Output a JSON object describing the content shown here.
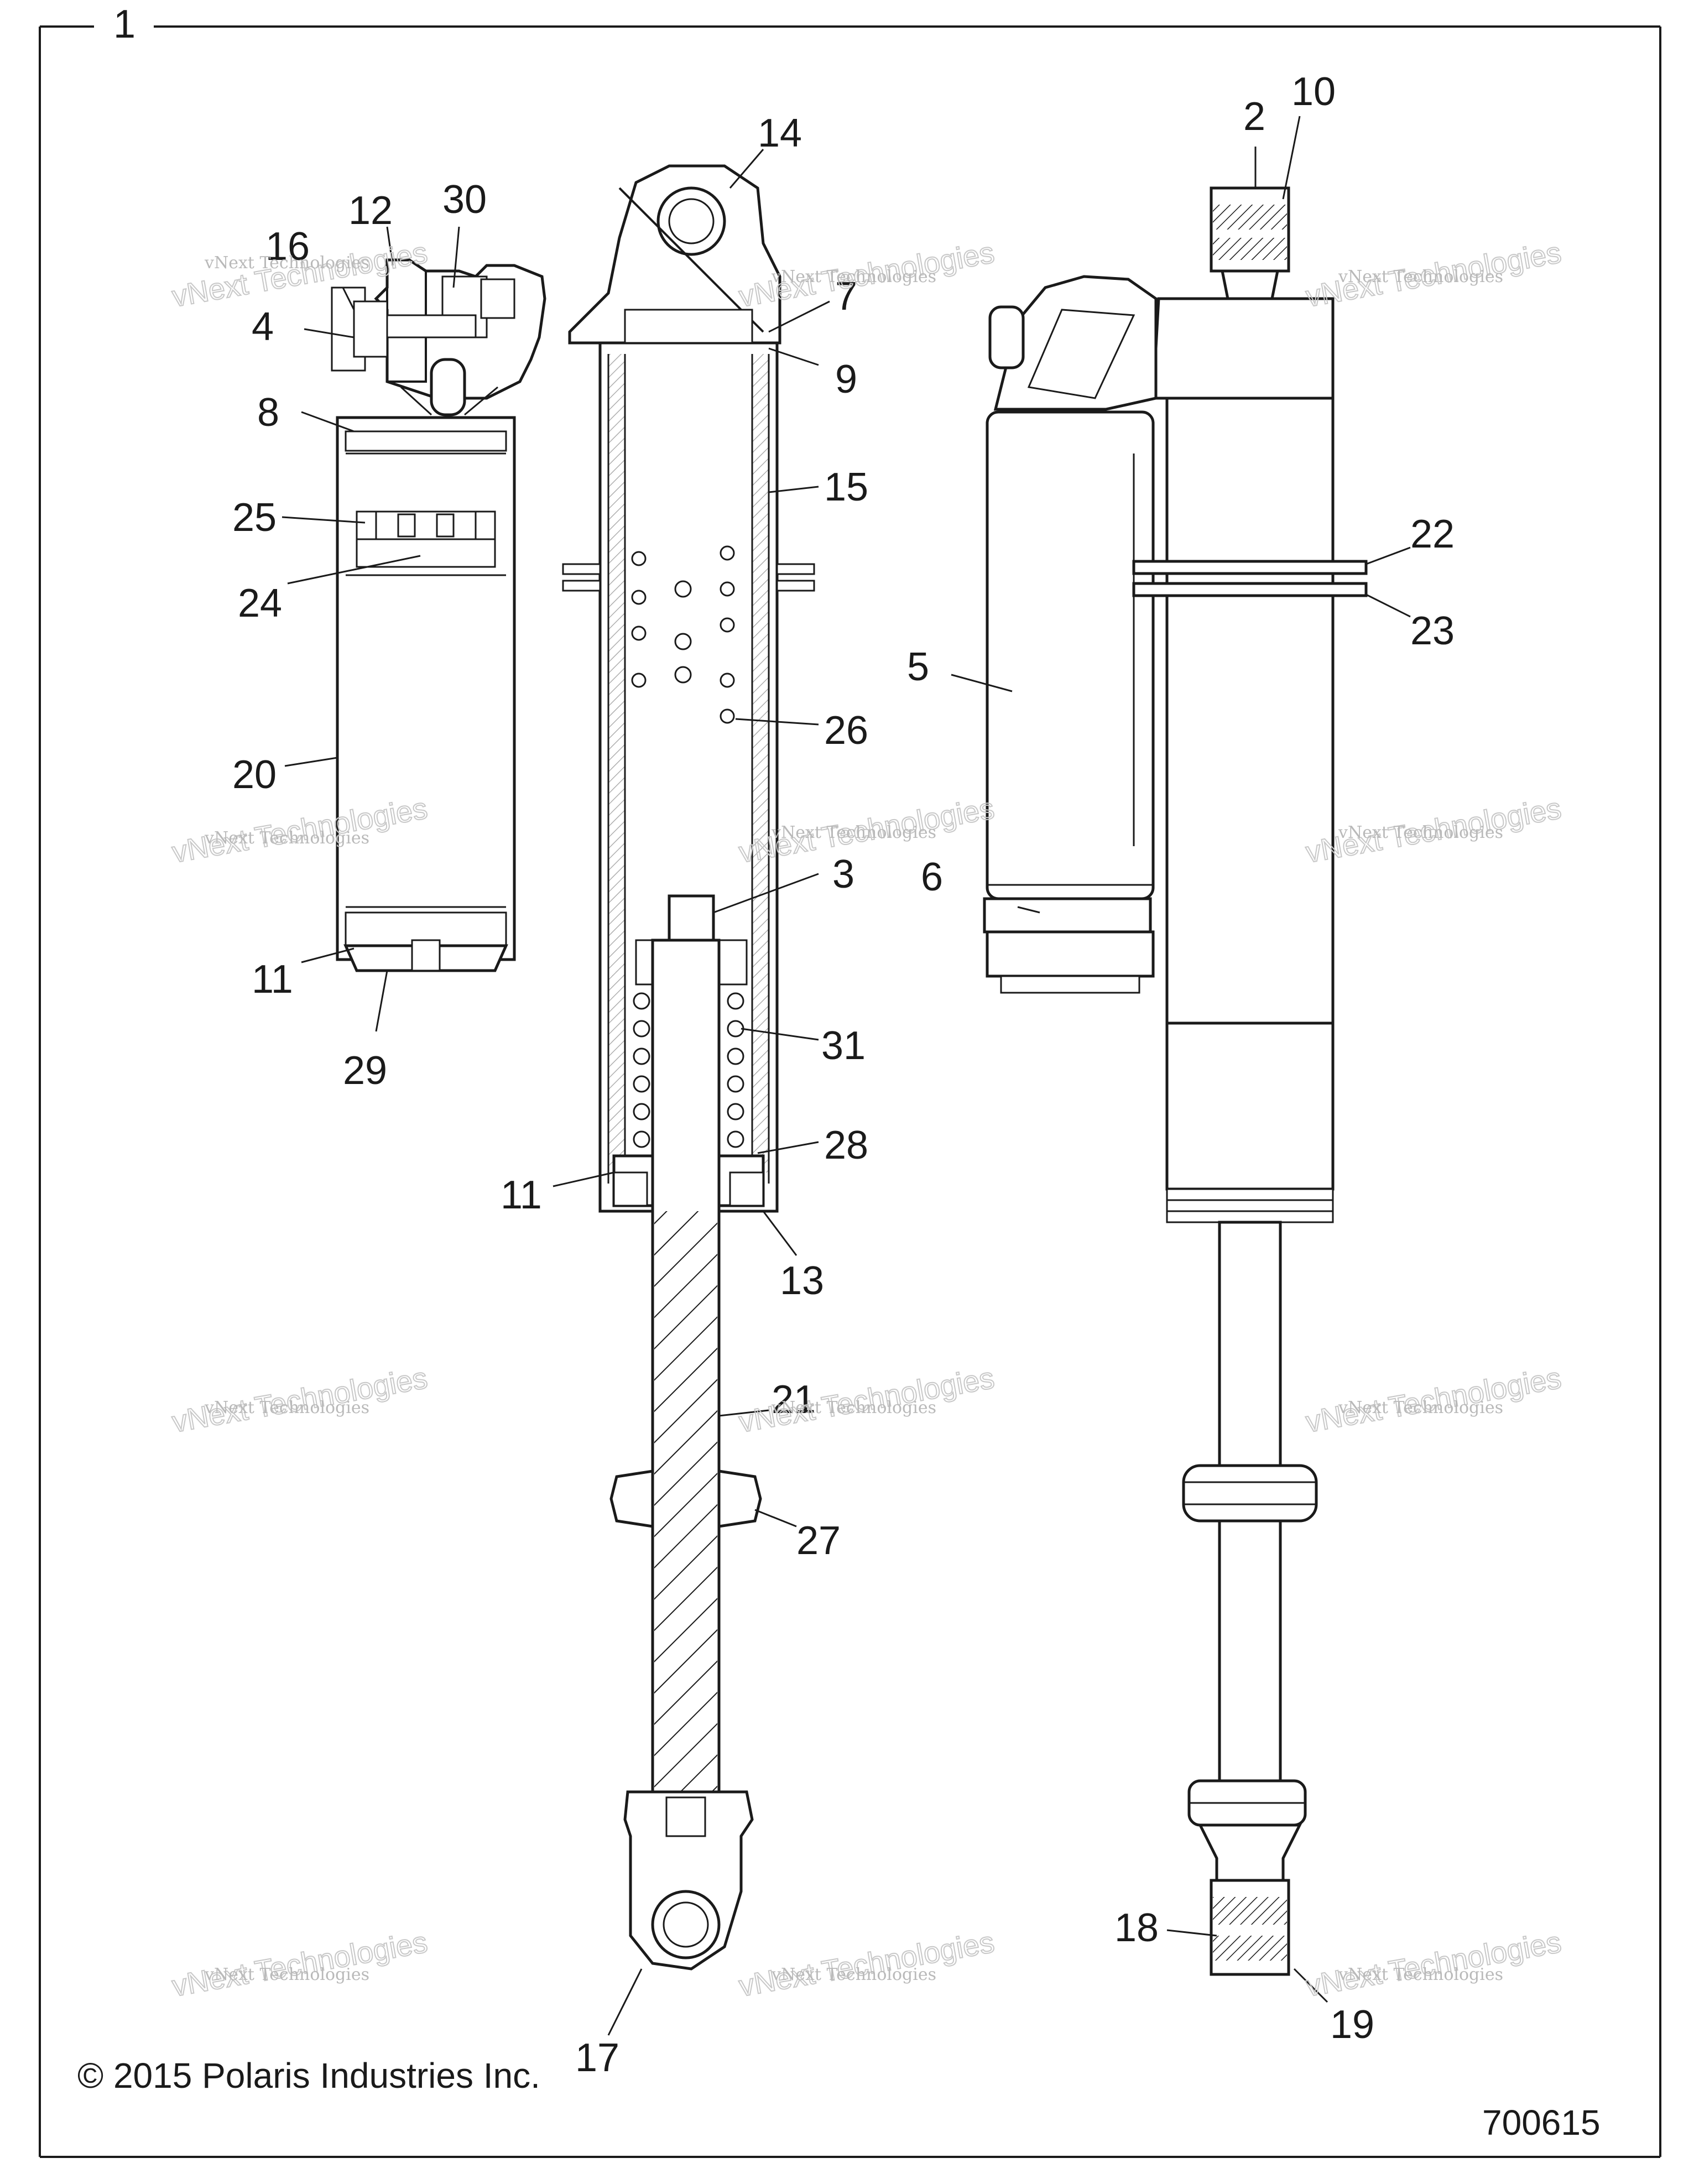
{
  "figure": {
    "frame_number": "1",
    "copyright": "© 2015 Polaris Industries Inc.",
    "part_number": "700615",
    "callouts": [
      "2",
      "3",
      "4",
      "5",
      "6",
      "7",
      "8",
      "9",
      "10",
      "11",
      "11",
      "12",
      "13",
      "14",
      "15",
      "16",
      "17",
      "18",
      "19",
      "20",
      "21",
      "22",
      "23",
      "24",
      "25",
      "26",
      "27",
      "28",
      "29",
      "30",
      "31"
    ],
    "watermark_line1": "vNext Technologies",
    "watermark_line2": "vNext Technologies"
  }
}
